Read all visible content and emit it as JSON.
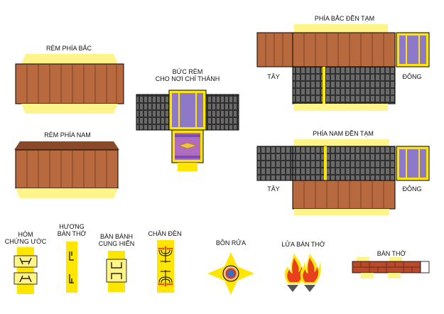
{
  "labels": {
    "north_curtain": "RÈM PHÍA BẮC",
    "south_curtain": "RÈM PHÍA NAM",
    "veil_line1": "BỨC RÈM",
    "veil_line2": "CHO NƠI CHÍ THÁNH",
    "north_tabernacle": "PHÍA BẮC ĐỀN TẠM",
    "south_tabernacle": "PHÍA NAM ĐỀN TẠM",
    "west_north": "TÂY",
    "east_north": "ĐÔNG",
    "west_south": "TÂY",
    "east_south": "ĐÔNG",
    "ark_line1": "HÒM",
    "ark_line2": "CHỨNG ƯỚC",
    "incense_line1": "HƯƠNG",
    "incense_line2": "BÀN THỜ",
    "showbread_line1": "BÀN BÁNH",
    "showbread_line2": "CUNG HIẾN",
    "lampstand": "CHÂN ĐÈN",
    "laver": "BỒN RỬA",
    "altar_fire": "LỬA BÀN THỜ",
    "altar": "BÀN THỜ"
  },
  "colors": {
    "curtain_brown": "#b86a3e",
    "curtain_stripe": "#6e3a1f",
    "tab_yellow": "#fef48a",
    "bright_yellow": "#ffe600",
    "board_dark": "#3a3a3a",
    "veil_purple": "#8e78c8",
    "fire_red": "#e8401c",
    "laver_blue": "#3b6fc4"
  }
}
